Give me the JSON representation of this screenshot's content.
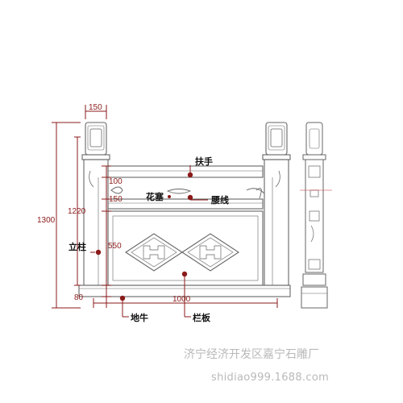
{
  "dimensions": {
    "post_width": "150",
    "handrail_height": "100",
    "waist_height": "150",
    "panel_height": "550",
    "base_height": "80",
    "rail_height": "1220",
    "post_height": "1300",
    "bay_length": "1000"
  },
  "labels": {
    "handrail": "扶手",
    "flower_plug": "花塞",
    "waist_line": "腰线",
    "post": "立柱",
    "ground_beam": "地牛",
    "panel": "栏板"
  },
  "watermark": {
    "line1": "济宁经济开发区嘉宁石雕厂",
    "line2": "shidiao999.1688.com"
  },
  "colors": {
    "dimension": "#8b1a1a",
    "drawing": "#6a6a6a",
    "watermark": "#b9b9b9"
  }
}
